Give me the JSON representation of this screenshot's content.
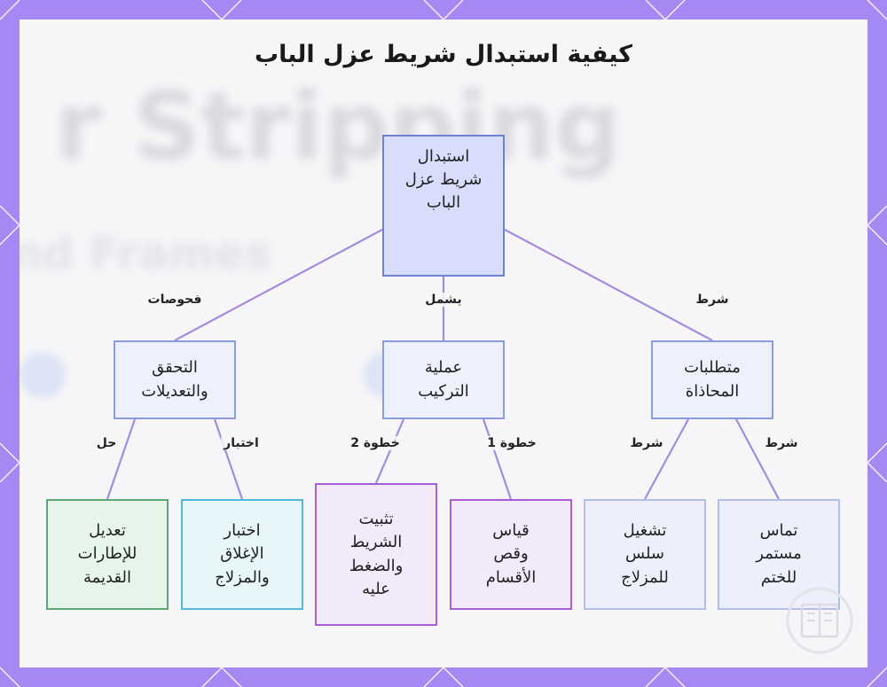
{
  "title": "كيفية استبدال شريط عزل الباب",
  "background_text": {
    "line1": "r Stripping",
    "line2": "nd Frames"
  },
  "colors": {
    "frame": "#a588f2",
    "panel": "#f6f6f8",
    "edge": "#a58be0"
  },
  "nodes": {
    "root": "استبدال\nشريط عزل\nالباب",
    "requirements": "متطلبات\nالمحاذاة",
    "installation": "عملية\nالتركيب",
    "checks": "التحقق\nوالتعديلات",
    "contact": "تماس\nمستمر\nللختم",
    "smooth": "تشغيل\nسلس\nللمزلاج",
    "measure": "قياس\nوقص\nالأقسام",
    "fix": "تثبيت\nالشريط\nوالضغط\nعليه",
    "test": "اختبار\nالإغلاق\nوالمزلاج",
    "adjust": "تعديل\nللإطارات\nالقديمة"
  },
  "edge_labels": {
    "root_requirements": "شرط",
    "root_installation": "يشمل",
    "root_checks": "فحوصات",
    "req_contact": "شرط",
    "req_smooth": "شرط",
    "inst_measure": "خطوة 1",
    "inst_fix": "خطوة 2",
    "checks_test": "اختبار",
    "checks_adjust": "حل"
  },
  "logo_icon": "book-logo-icon"
}
